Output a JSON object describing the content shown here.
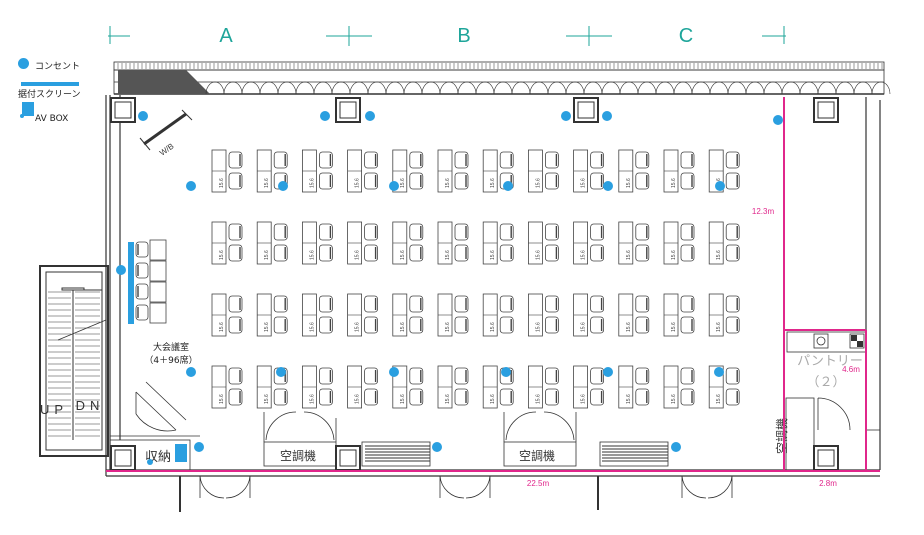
{
  "colors": {
    "outlet": "#2a9fe0",
    "screen": "#2a9fe0",
    "dimension_line": "#e0278b",
    "grid_label": "#1ea59a",
    "wall": "#333333",
    "furniture": "#444444"
  },
  "legend": {
    "outlet_label": "コンセント",
    "screen_label": "据付スクリーン",
    "avbox_label": "AV BOX"
  },
  "grid": {
    "labels": [
      "A",
      "B",
      "C"
    ]
  },
  "rooms": {
    "main_room_name": "大会議室",
    "main_room_capacity": "（4＋96席）",
    "pantry_label": "パントリー",
    "pantry_number": "（２）",
    "storage_label": "収納",
    "hvac_label": "空調機",
    "hvac_vertical_label": "空調機",
    "whiteboard_label": "W/B",
    "stair_up": "UP",
    "stair_dn": "DN"
  },
  "desk_tag": "15.6",
  "dimensions": {
    "main_width": "22.5m",
    "main_depth": "12.3m",
    "pantry_width": "2.8m",
    "pantry_depth": "4.6m"
  },
  "counts": {
    "main_rows": 4,
    "main_cols": 12,
    "podium_desks": 4
  }
}
